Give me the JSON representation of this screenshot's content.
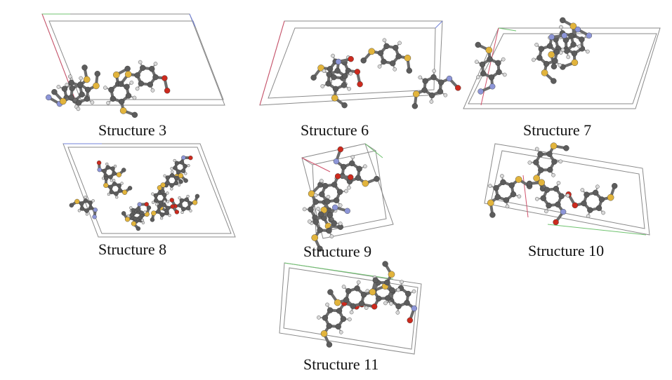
{
  "panels": [
    {
      "id": "s3",
      "caption": "Structure 3"
    },
    {
      "id": "s6",
      "caption": "Structure 6"
    },
    {
      "id": "s7",
      "caption": "Structure 7"
    },
    {
      "id": "s8",
      "caption": "Structure 8"
    },
    {
      "id": "s9",
      "caption": "Structure 9"
    },
    {
      "id": "s10",
      "caption": "Structure 10"
    },
    {
      "id": "s11",
      "caption": "Structure 11"
    }
  ],
  "atom_colors": {
    "carbon": "#5c5c5c",
    "hydrogen": "#d9d9d9",
    "nitrogen": "#8d96d8",
    "oxygen": "#cc2a1e",
    "sulfur": "#e2b43c"
  }
}
